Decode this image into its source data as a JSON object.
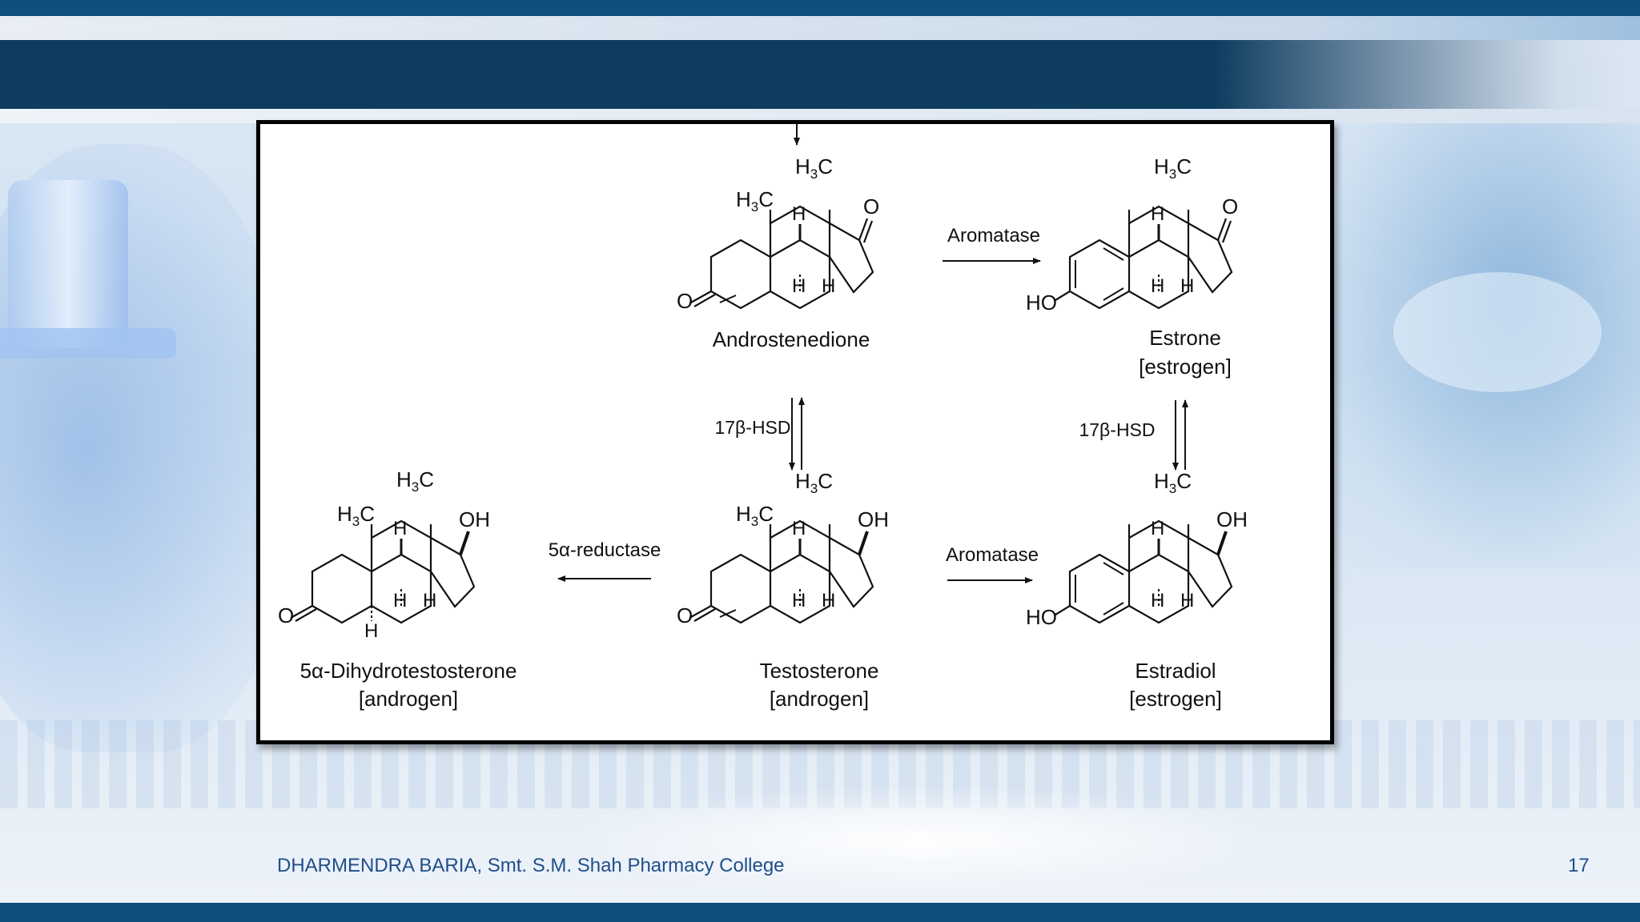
{
  "slide": {
    "footer": "DHARMENDRA BARIA, Smt. S.M. Shah Pharmacy College",
    "page_number": "17",
    "title": ""
  },
  "diagram": {
    "compounds": {
      "androstenedione": {
        "name": "Androstenedione",
        "class": ""
      },
      "estrone": {
        "name": "Estrone",
        "class": "[estrogen]"
      },
      "testosterone": {
        "name": "Testosterone",
        "class": "[androgen]"
      },
      "estradiol": {
        "name": "Estradiol",
        "class": "[estrogen]"
      },
      "dht": {
        "name": "5α-Dihydrotestosterone",
        "class": "[androgen]"
      }
    },
    "enzymes": {
      "aromatase_top": "Aromatase",
      "aromatase_bottom": "Aromatase",
      "hsd_left": "17β-HSD",
      "hsd_right": "17β-HSD",
      "reductase": "5α-reductase"
    },
    "atom_labels": {
      "o": "O",
      "oh": "OH",
      "ho": "HO",
      "h": "H",
      "h3c": "H",
      "h3c_sub": "3",
      "h3c_c": "C"
    }
  },
  "colors": {
    "title_bar": "#0d3c5f",
    "strip": "#0e4f7e",
    "footer_text": "#1f4e8a"
  }
}
